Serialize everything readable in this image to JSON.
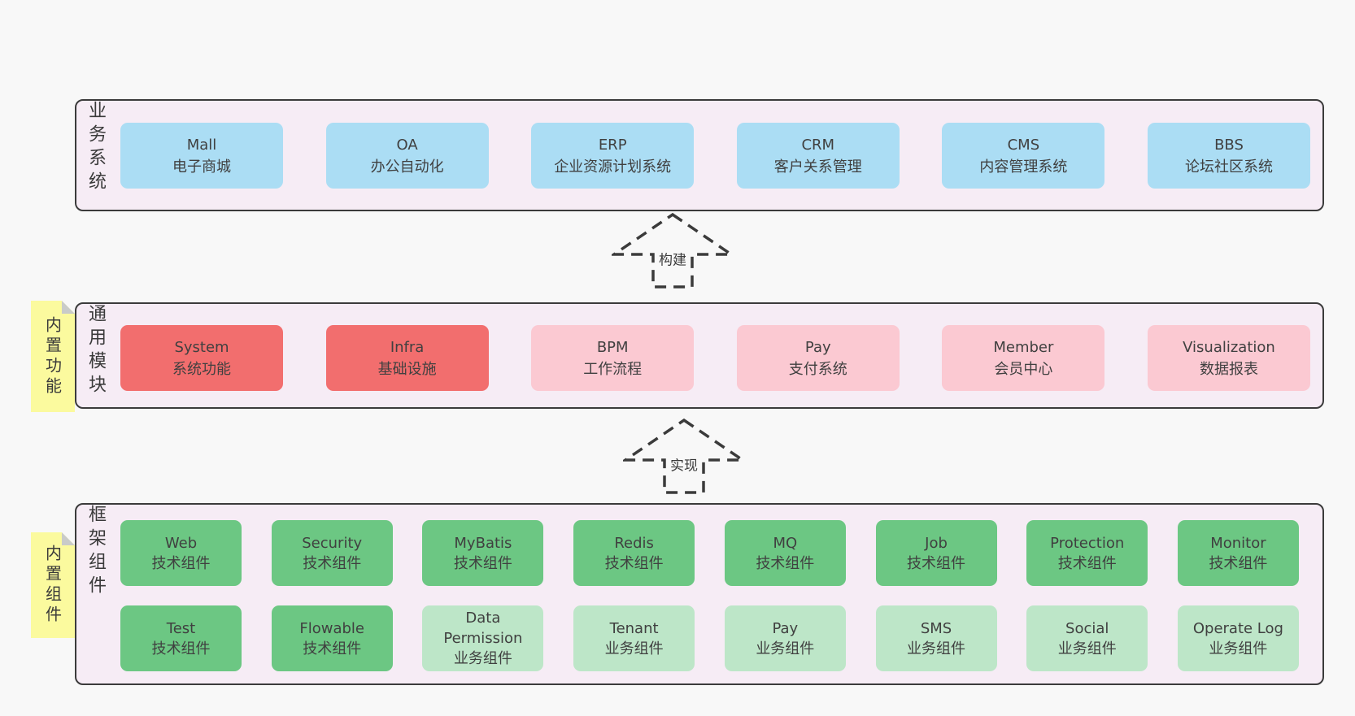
{
  "colors": {
    "page-bg": "#f8f8f8",
    "panel-bg": "#f6ecf5",
    "line": "#3b3b3b",
    "text": "#3a3a3a",
    "blue": "#abddf4",
    "red": "#f26e6e",
    "pink": "#fbc9d2",
    "green": "#6cc783",
    "green-light": "#bde6c8",
    "note-yellow": "#fbfa9e",
    "note-fold": "#c9cbc9"
  },
  "arrows": [
    {
      "label": "构建"
    },
    {
      "label": "实现"
    }
  ],
  "layers": {
    "business": {
      "label": "业务系统",
      "boxes": [
        {
          "name": "Mall",
          "desc": "电子商城",
          "type": "blue"
        },
        {
          "name": "OA",
          "desc": "办公自动化",
          "type": "blue"
        },
        {
          "name": "ERP",
          "desc": "企业资源计划系统",
          "type": "blue"
        },
        {
          "name": "CRM",
          "desc": "客户关系管理",
          "type": "blue"
        },
        {
          "name": "CMS",
          "desc": "内容管理系统",
          "type": "blue"
        },
        {
          "name": "BBS",
          "desc": "论坛社区系统",
          "type": "blue"
        }
      ]
    },
    "modules": {
      "label": "通用模块",
      "note": "内置功能",
      "boxes": [
        {
          "name": "System",
          "desc": "系统功能",
          "type": "red"
        },
        {
          "name": "Infra",
          "desc": "基础设施",
          "type": "red"
        },
        {
          "name": "BPM",
          "desc": "工作流程",
          "type": "pink"
        },
        {
          "name": "Pay",
          "desc": "支付系统",
          "type": "pink"
        },
        {
          "name": "Member",
          "desc": "会员中心",
          "type": "pink"
        },
        {
          "name": "Visualization",
          "desc": "数据报表",
          "type": "pink"
        }
      ]
    },
    "framework": {
      "label": "框架组件",
      "note": "内置组件",
      "row1": [
        {
          "name": "Web",
          "desc": "技术组件",
          "type": "green"
        },
        {
          "name": "Security",
          "desc": "技术组件",
          "type": "green"
        },
        {
          "name": "MyBatis",
          "desc": "技术组件",
          "type": "green"
        },
        {
          "name": "Redis",
          "desc": "技术组件",
          "type": "green"
        },
        {
          "name": "MQ",
          "desc": "技术组件",
          "type": "green"
        },
        {
          "name": "Job",
          "desc": "技术组件",
          "type": "green"
        },
        {
          "name": "Protection",
          "desc": "技术组件",
          "type": "green"
        },
        {
          "name": "Monitor",
          "desc": "技术组件",
          "type": "green"
        }
      ],
      "row2": [
        {
          "name": "Test",
          "desc": "技术组件",
          "type": "green"
        },
        {
          "name": "Flowable",
          "desc": "技术组件",
          "type": "green"
        },
        {
          "name": "Data Permission",
          "desc": "业务组件",
          "type": "green-light"
        },
        {
          "name": "Tenant",
          "desc": "业务组件",
          "type": "green-light"
        },
        {
          "name": "Pay",
          "desc": "业务组件",
          "type": "green-light"
        },
        {
          "name": "SMS",
          "desc": "业务组件",
          "type": "green-light"
        },
        {
          "name": "Social",
          "desc": "业务组件",
          "type": "green-light"
        },
        {
          "name": "Operate Log",
          "desc": "业务组件",
          "type": "green-light"
        }
      ]
    }
  }
}
